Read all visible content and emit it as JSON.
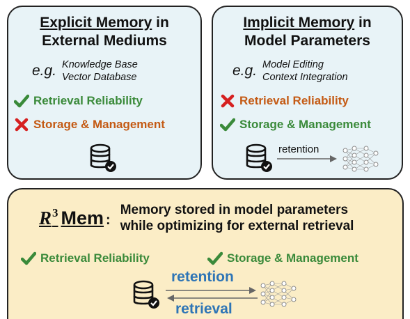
{
  "explicit": {
    "title_underlined": "Explicit Memory",
    "title_rest_line1": " in",
    "title_line2": "External Mediums",
    "eg_label": "e.g.",
    "eg_items": [
      "Knowledge Base",
      "Vector Database"
    ],
    "pros": [
      {
        "label": "Retrieval Reliability",
        "mark": "check-icon",
        "color": "#3a8a3a"
      },
      {
        "label": "Storage & Management",
        "mark": "cross-icon",
        "color": "#c45a14"
      }
    ]
  },
  "implicit": {
    "title_underlined": "Implicit Memory",
    "title_rest_line1": " in",
    "title_line2": "Model Parameters",
    "eg_label": "e.g.",
    "eg_items": [
      "Model Editing",
      "Context Integration"
    ],
    "pros": [
      {
        "label": "Retrieval Reliability",
        "mark": "cross-icon",
        "color": "#c45a14"
      },
      {
        "label": "Storage & Management",
        "mark": "check-icon",
        "color": "#3a8a3a"
      }
    ],
    "arrow_label": "retention"
  },
  "r3": {
    "name_R": "R",
    "name_sup": "3",
    "name_rest": "Mem",
    "colon": ":",
    "desc_line1": "Memory stored in model parameters",
    "desc_line2": "while optimizing for external retrieval",
    "pros": [
      {
        "label": "Retrieval Reliability",
        "mark": "check-icon"
      },
      {
        "label": "Storage & Management",
        "mark": "check-icon"
      }
    ],
    "arrow_top_label": "retention",
    "arrow_bottom_label": "retrieval"
  },
  "colors": {
    "panel_blue": "#e8f3f7",
    "panel_yellow": "#fbedc6",
    "green": "#3a8a3a",
    "orange": "#c45a14",
    "blue": "#2e75b6"
  }
}
